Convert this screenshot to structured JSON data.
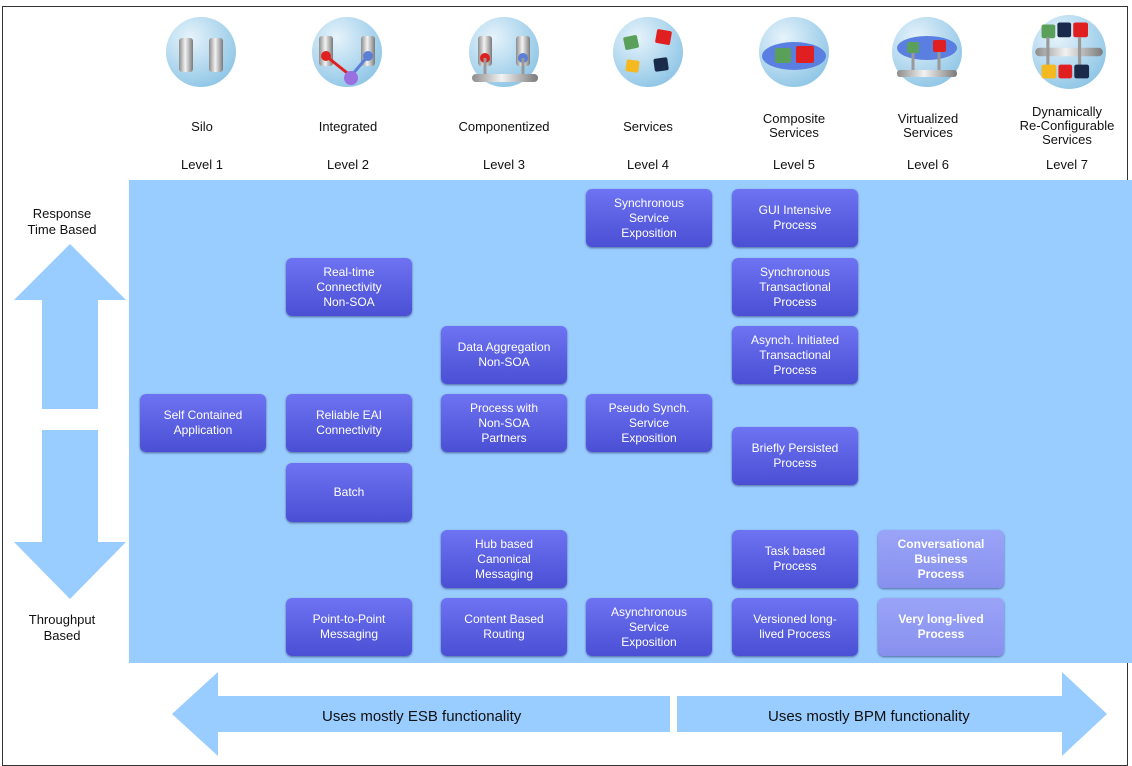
{
  "levels": [
    {
      "name": "Silo",
      "level": "Level 1"
    },
    {
      "name": "Integrated",
      "level": "Level 2"
    },
    {
      "name": "Componentized",
      "level": "Level 3"
    },
    {
      "name": "Services",
      "level": "Level 4"
    },
    {
      "name": "Composite\nServices",
      "level": "Level 5"
    },
    {
      "name": "Virtualized\nServices",
      "level": "Level 6"
    },
    {
      "name": "Dynamically\nRe-Configurable\nServices",
      "level": "Level 7"
    }
  ],
  "vertical_axis": {
    "top": "Response\nTime Based",
    "bottom": "Throughput\nBased"
  },
  "horizontal_axis": {
    "left": "Uses mostly ESB functionality",
    "right": "Uses mostly BPM functionality"
  },
  "boxes": {
    "self_contained": "Self Contained\nApplication",
    "realtime_conn": "Real-time\nConnectivity\nNon-SOA",
    "reliable_eai": "Reliable EAI\nConnectivity",
    "batch": "Batch",
    "p2p_messaging": "Point-to-Point\nMessaging",
    "data_aggregation": "Data Aggregation\nNon-SOA",
    "process_partners": "Process with\nNon-SOA\nPartners",
    "hub_canonical": "Hub based\nCanonical\nMessaging",
    "content_routing": "Content Based\nRouting",
    "sync_service": "Synchronous\nService\nExposition",
    "pseudo_sync": "Pseudo Synch.\nService\nExposition",
    "async_service": "Asynchronous\nService\nExposition",
    "gui_intensive": "GUI Intensive\nProcess",
    "sync_transactional": "Synchronous\nTransactional\nProcess",
    "async_initiated": "Asynch. Initiated\nTransactional\nProcess",
    "briefly_persisted": "Briefly Persisted\nProcess",
    "task_based": "Task based\nProcess",
    "versioned_long": "Versioned long-\nlived Process",
    "conversational": "Conversational\nBusiness\nProcess",
    "very_long_lived": "Very long-lived\nProcess"
  },
  "colors": {
    "panel": "#99ccff",
    "box": "#5a5fe0",
    "box_light": "#8f97f2",
    "arrow": "#99ccff"
  }
}
